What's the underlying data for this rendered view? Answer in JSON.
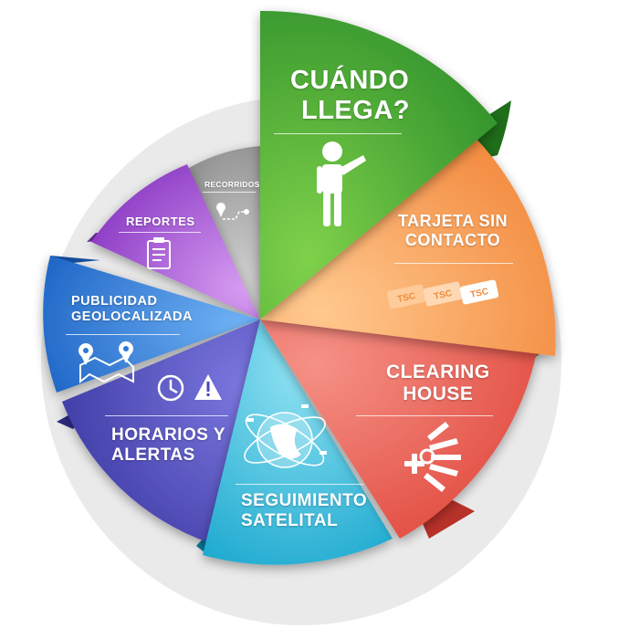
{
  "segments": {
    "cuando_llega": {
      "line1": "CUÁNDO",
      "line2": "LLEGA?",
      "color": "#3aa12f",
      "icon": "person-pointing-icon"
    },
    "tarjeta": {
      "line1": "TARJETA SIN",
      "line2": "CONTACTO",
      "color": "#f39a4c",
      "icon": "tsc-cards-icon",
      "cards": [
        "TSC",
        "TSC",
        "TSC"
      ]
    },
    "clearing": {
      "line1": "CLEARING",
      "line2": "HOUSE",
      "color": "#ea5a4c",
      "icon": "clearing-house-icon"
    },
    "seguimiento": {
      "line1": "SEGUIMIENTO",
      "line2": "SATELITAL",
      "color": "#1ab3d6",
      "icon": "globe-satellite-icon"
    },
    "horarios": {
      "line1": "HORARIOS Y",
      "line2": "ALERTAS",
      "color": "#4b48b8",
      "icon": "clock-alert-icon"
    },
    "publicidad": {
      "line1": "PUBLICIDAD",
      "line2": "GEOLOCALIZADA",
      "color": "#2a78d8",
      "icon": "map-pin-icon"
    },
    "reportes": {
      "line1": "REPORTES",
      "color": "#9a45cf",
      "icon": "clipboard-icon"
    },
    "recorridos": {
      "line1": "RECORRIDOS",
      "color": "#9a9a9a",
      "icon": "route-icon"
    }
  }
}
